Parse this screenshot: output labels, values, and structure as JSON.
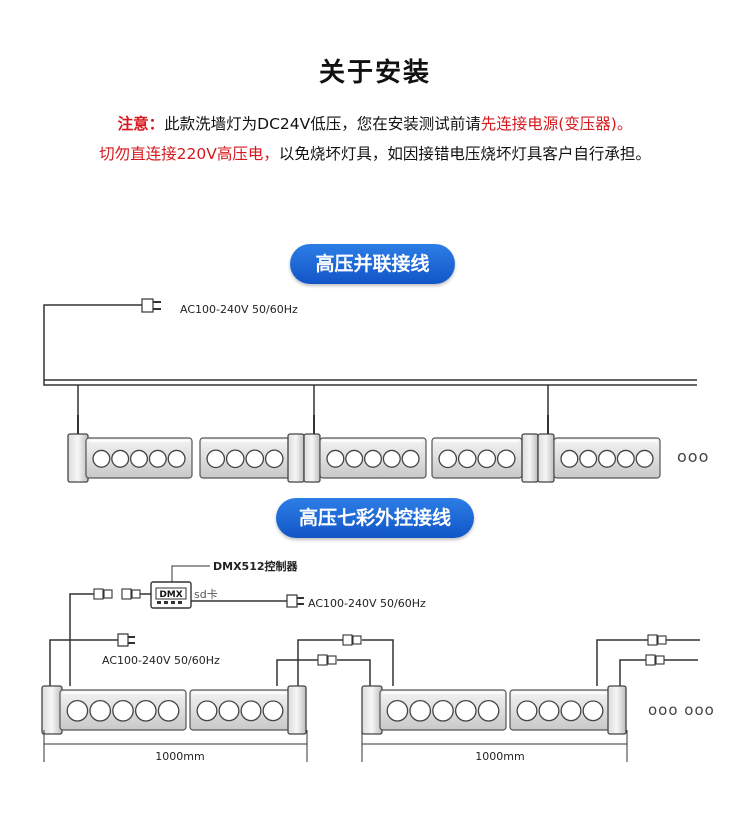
{
  "title": "关于安装",
  "notice": {
    "label": "注意：",
    "line1_a": "此款洗墙灯为DC24V低压，您在安装测试前请",
    "line1_red": "先连接电源(变压器)。",
    "line2_red": "切勿直连接220V高压电，",
    "line2_b": "以免烧坏灯具，如因接错电压烧坏灯具客户自行承担。"
  },
  "section1": {
    "pill": "高压并联接线",
    "power_label": "AC100-240V  50/60Hz",
    "ellipsis": "ooo"
  },
  "section2": {
    "pill": "高压七彩外控接线",
    "controller_label": "DMX512控制器",
    "controller_screen": "DMX",
    "sd_label": "sd卡",
    "power_label_right": "AC100-240V  50/60Hz",
    "power_label_left": "AC100-240V  50/60Hz",
    "dim_left": "1000mm",
    "dim_right": "1000mm",
    "ellipsis": "ooo  ooo"
  },
  "colors": {
    "accent_red": "#d6191e",
    "pill_blue": "#1a63d6"
  }
}
